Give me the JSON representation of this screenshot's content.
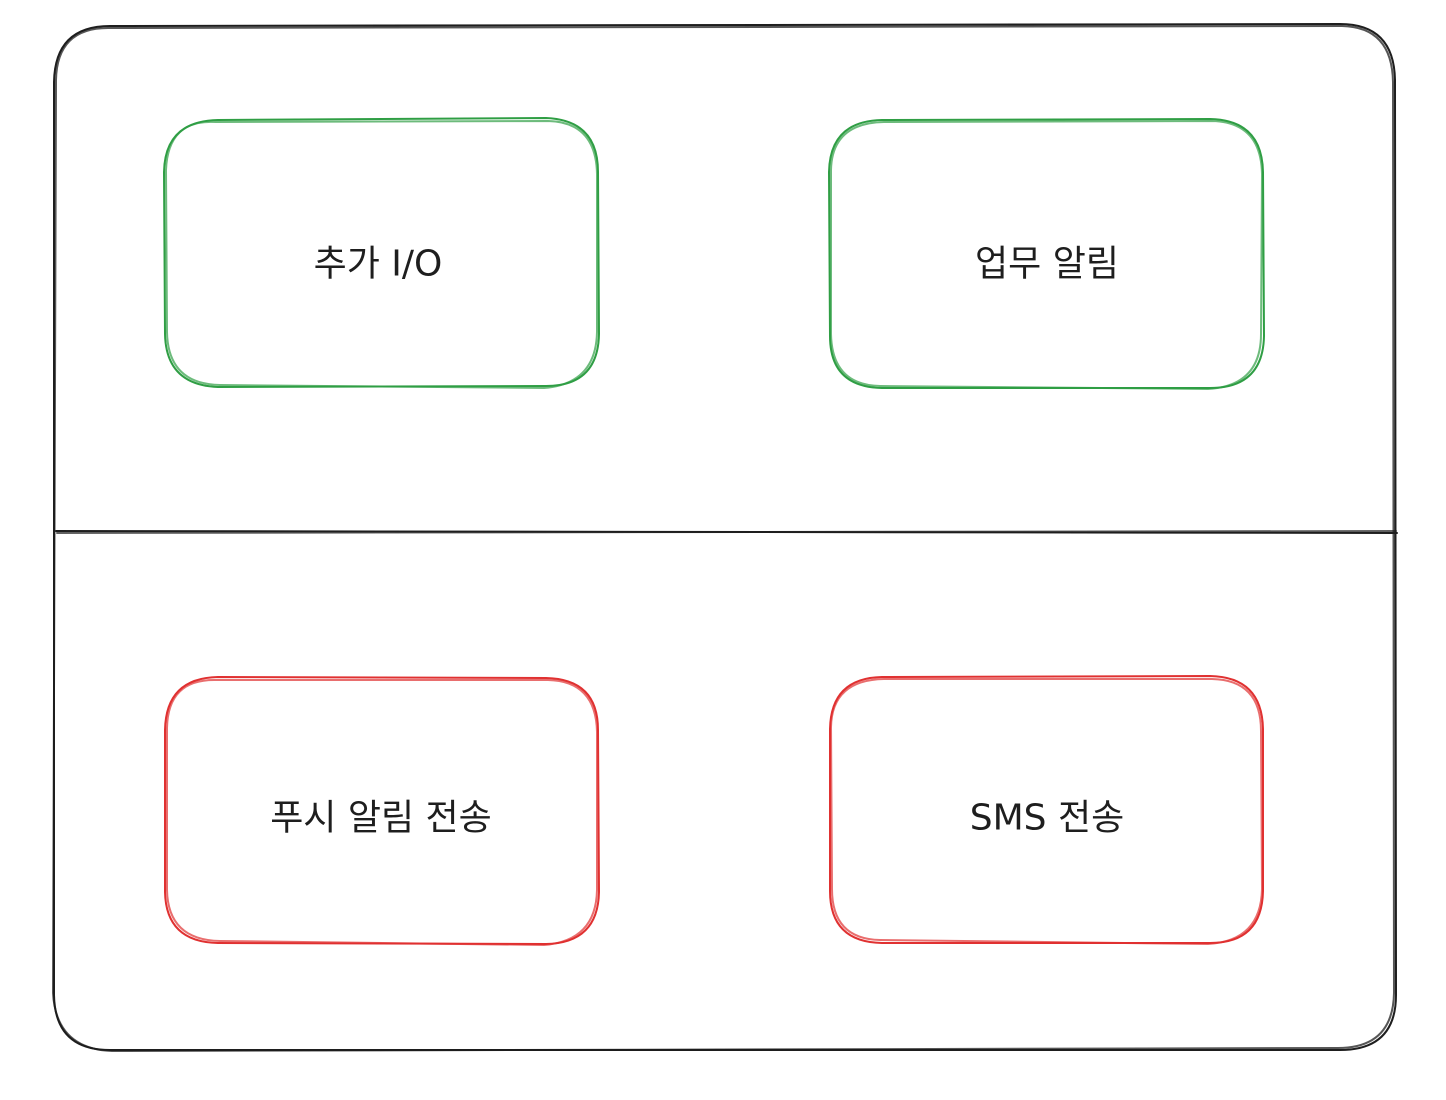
{
  "colors": {
    "frame": "#1e1e1e",
    "top_box_border": "#2f9e44",
    "bottom_box_border": "#e03131",
    "text": "#1e1e1e"
  },
  "boxes": {
    "top_left": {
      "label": "추가 I/O",
      "color": "green"
    },
    "top_right": {
      "label": "업무 알림",
      "color": "green"
    },
    "bottom_left": {
      "label": "푸시 알림 전송",
      "color": "red"
    },
    "bottom_right": {
      "label": "SMS 전송",
      "color": "red"
    }
  }
}
